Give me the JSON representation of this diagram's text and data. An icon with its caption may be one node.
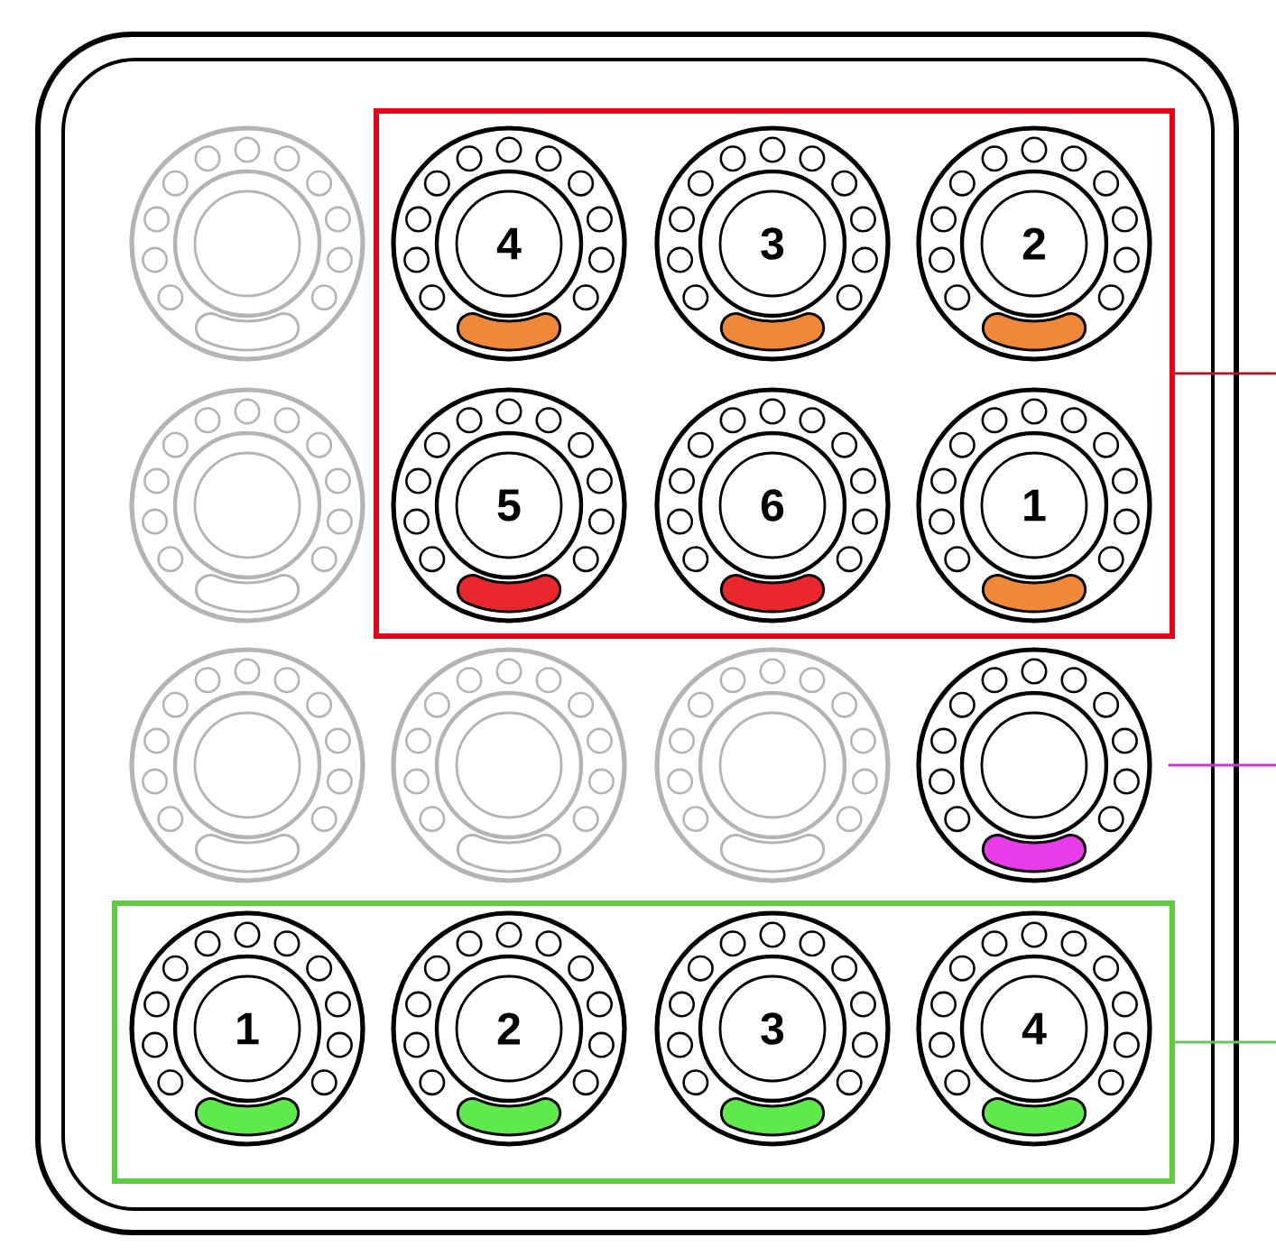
{
  "diagram": {
    "nodes": [
      {
        "text": [],
        "shape": "circle"
      },
      {
        "text": [],
        "shape": "box"
      },
      {
        "text": [
          "4"
        ],
        "in": 1
      },
      {
        "text": [
          "3"
        ],
        "in": 1
      },
      {
        "text": [
          "2"
        ],
        "in": 1
      },
      {
        "text": [],
        "shape": "circle"
      },
      {
        "text": [
          "5"
        ],
        "in": 1
      },
      {
        "text": [
          "6"
        ],
        "in": 1
      },
      {
        "text": [
          "1"
        ],
        "in": 1
      },
      {
        "text": [],
        "shape": "circle"
      },
      {
        "text": [],
        "shape": "circle"
      },
      {
        "text": [],
        "shape": "circle"
      },
      {
        "text": [],
        "shape": "circle"
      },
      {
        "text": [],
        "shape": "box"
      },
      {
        "text": [
          "1"
        ],
        "in": 13
      },
      {
        "text": [
          "2"
        ],
        "in": 13
      },
      {
        "text": [
          "3"
        ],
        "in": 13
      },
      {
        "text": [
          "4"
        ],
        "in": 13
      }
    ],
    "edges": [
      {
        "from": 1,
        "to": null,
        "arrow": "none",
        "color": "#b5121b"
      },
      {
        "from": 12,
        "to": null,
        "arrow": "none",
        "color": "#c23ccc"
      },
      {
        "from": 13,
        "to": null,
        "arrow": "none",
        "color": "#6cc35a"
      }
    ]
  }
}
